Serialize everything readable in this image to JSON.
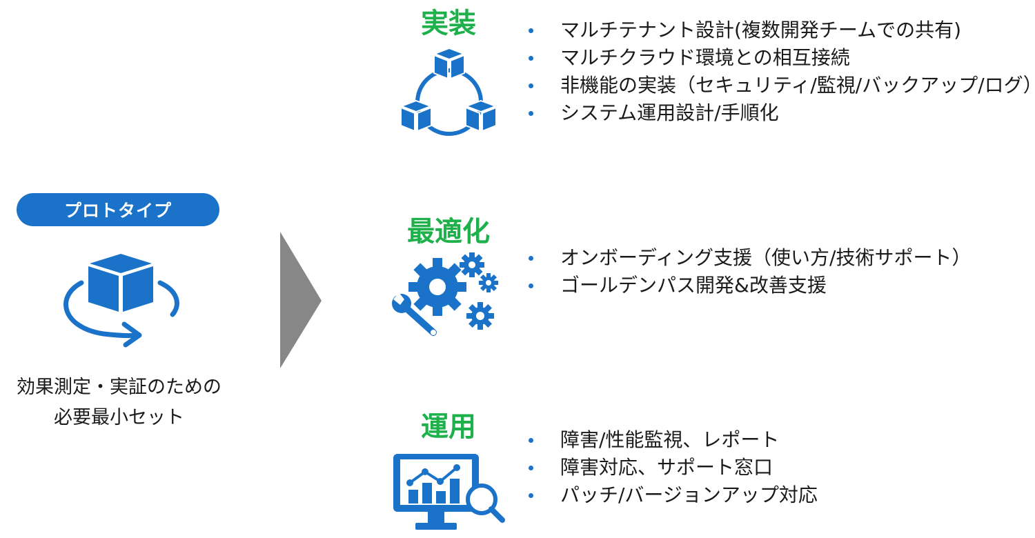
{
  "colors": {
    "blue": "#1a73c8",
    "green": "#1db04b",
    "arrow_gray": "#878787",
    "text": "#1a1a1a"
  },
  "prototype": {
    "label": "プロトタイプ",
    "icon": "rotating-cube-icon",
    "caption_line1": "効果測定・実証のための",
    "caption_line2": "必要最小セット"
  },
  "arrow": {
    "icon": "chevron-right-arrow"
  },
  "sections": [
    {
      "title": "実装",
      "icon": "connected-cubes-icon",
      "items": [
        "マルチテナント設計(複数開発チームでの共有)",
        "マルチクラウド環境との相互接続",
        "非機能の実装（セキュリティ/監視/バックアップ/ログ）",
        "システム運用設計/手順化"
      ]
    },
    {
      "title": "最適化",
      "icon": "gears-wrench-icon",
      "items": [
        "オンボーディング支援（使い方/技術サポート）",
        "ゴールデンパス開発&改善支援"
      ]
    },
    {
      "title": "運用",
      "icon": "monitor-chart-magnifier-icon",
      "items": [
        "障害/性能監視、レポート",
        "障害対応、サポート窓口",
        "パッチ/バージョンアップ対応"
      ]
    }
  ]
}
